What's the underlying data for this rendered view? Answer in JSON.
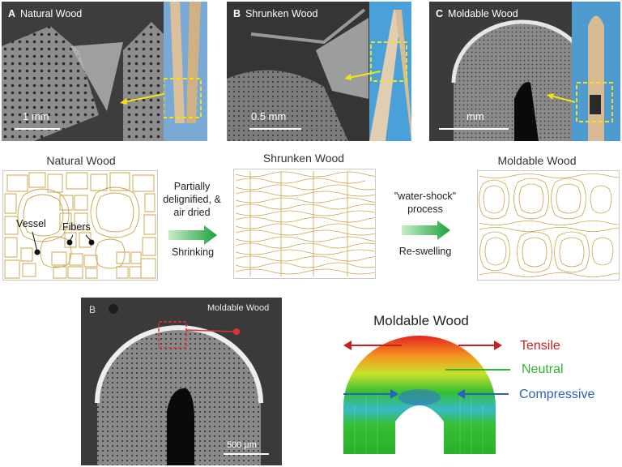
{
  "panels": {
    "a": {
      "letter": "A",
      "title": "Natural Wood",
      "scale": "1 mm"
    },
    "b": {
      "letter": "B",
      "title": "Shrunken Wood",
      "scale": "0.5 mm"
    },
    "c": {
      "letter": "C",
      "title": "Moldable Wood",
      "scale": "mm"
    }
  },
  "schematic": {
    "natural_title": "Natural Wood",
    "shrunken_title": "Shrunken Wood",
    "moldable_title": "Moldable Wood",
    "vessel_label": "Vessel",
    "fibers_label": "Fibers",
    "step1_note": "Partially delignified, & air dried",
    "step1_action": "Shrinking",
    "step2_note": "\"water-shock\" process",
    "step2_action": "Re-swelling"
  },
  "bottom_sem": {
    "letter": "B",
    "caption": "Moldable Wood",
    "scale": "500 µm"
  },
  "fea": {
    "title": "Moldable Wood",
    "tensile": "Tensile",
    "neutral": "Neutral",
    "compressive": "Compressive",
    "colors": {
      "tensile": "#c62020",
      "neutral": "#2fb52f",
      "compressive": "#2b5fc0"
    }
  }
}
